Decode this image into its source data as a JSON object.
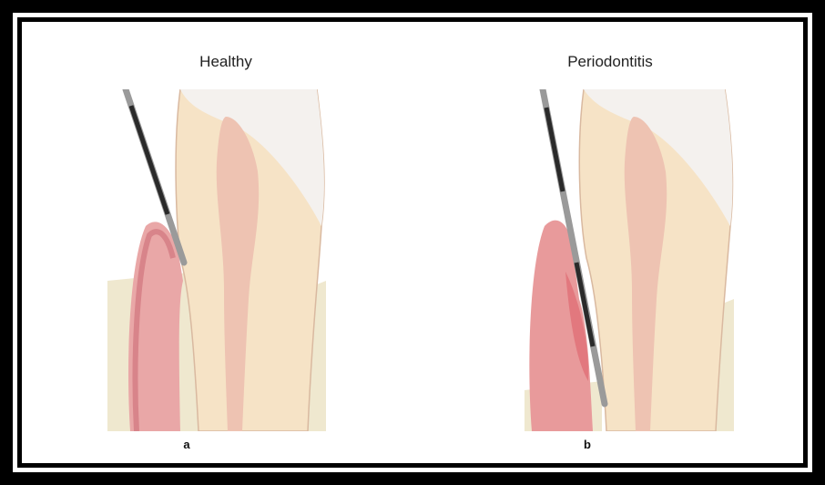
{
  "panels": [
    {
      "title": "Healthy",
      "letter": "a"
    },
    {
      "title": "Periodontitis",
      "letter": "b"
    }
  ],
  "colors": {
    "enamel": "#f3f0ec",
    "dentin": "#f6e2c6",
    "pulp": "#eec1b0",
    "gum": "#e8a5a5",
    "gum_dark": "#d77b7e",
    "bone": "#eee8cf",
    "probe_dark": "#2a2a2a",
    "probe_light": "#bdbdbd"
  }
}
